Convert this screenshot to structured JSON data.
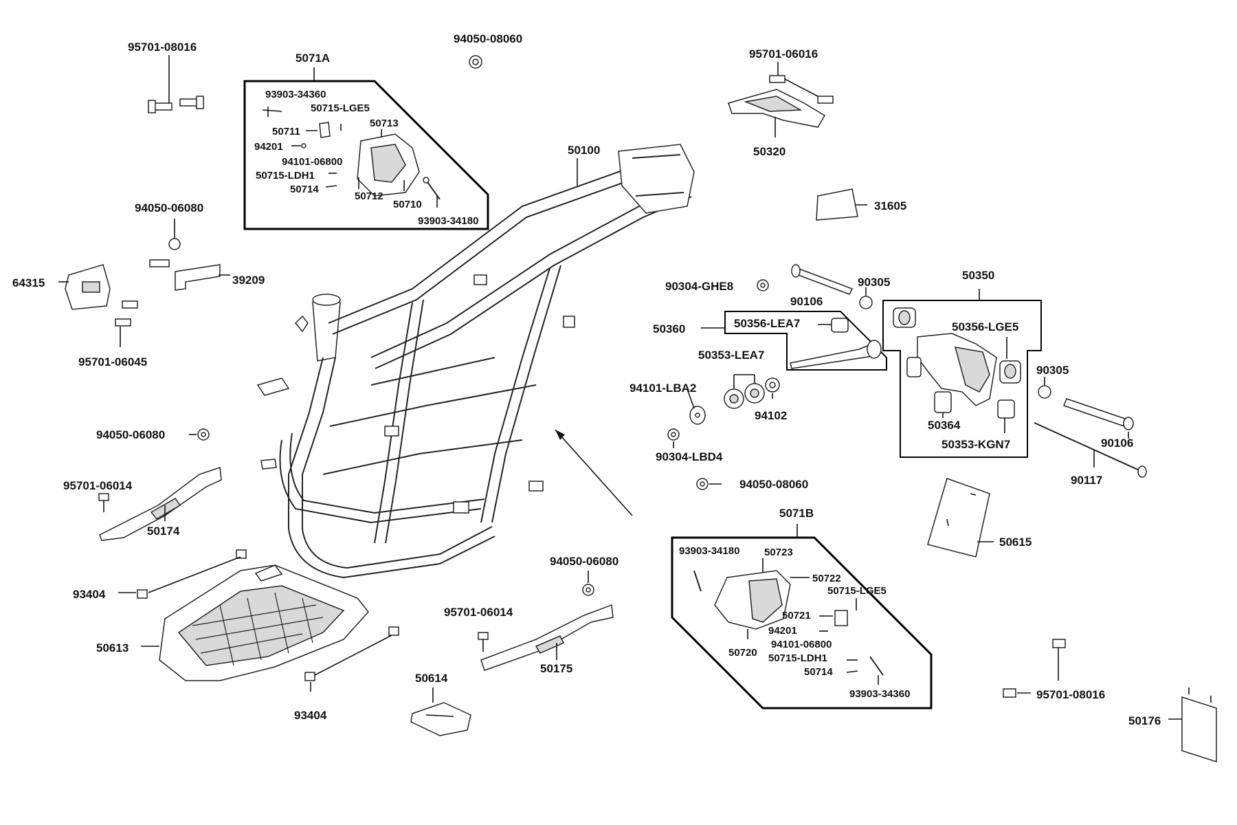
{
  "labels": {
    "l_95701_08016_tl": "95701-08016",
    "l_5071A": "5071A",
    "l_94050_08060_top": "94050-08060",
    "l_95701_06016": "95701-06016",
    "l_93903_34360_a": "93903-34360",
    "l_50715_LGE5_a": "50715-LGE5",
    "l_50713": "50713",
    "l_50711": "50711",
    "l_94201_a": "94201",
    "l_94101_06800_a": "94101-06800",
    "l_50715_LDH1_a": "50715-LDH1",
    "l_50714_a": "50714",
    "l_50712": "50712",
    "l_50710": "50710",
    "l_93903_34180_a": "93903-34180",
    "l_50100": "50100",
    "l_50320": "50320",
    "l_31605": "31605",
    "l_94050_06080_a": "94050-06080",
    "l_39209": "39209",
    "l_64315": "64315",
    "l_95701_06045": "95701-06045",
    "l_90304_GHE8": "90304-GHE8",
    "l_90106_a": "90106",
    "l_90305_a": "90305",
    "l_50350": "50350",
    "l_50360": "50360",
    "l_50356_LEA7": "50356-LEA7",
    "l_50356_LGE5": "50356-LGE5",
    "l_50353_LEA7": "50353-LEA7",
    "l_94101_LBA2": "94101-LBA2",
    "l_94102": "94102",
    "l_90305_b": "90305",
    "l_50364": "50364",
    "l_90106_b": "90106",
    "l_50353_KGN7": "50353-KGN7",
    "l_90304_LBD4": "90304-LBD4",
    "l_90117": "90117",
    "l_94050_06080_b": "94050-06080",
    "l_95701_06014_a": "95701-06014",
    "l_50174": "50174",
    "l_94050_08060_mid": "94050-08060",
    "l_5071B": "5071B",
    "l_50615": "50615",
    "l_93903_34180_b": "93903-34180",
    "l_50723": "50723",
    "l_50722": "50722",
    "l_50715_LGE5_b": "50715-LGE5",
    "l_50721": "50721",
    "l_94201_b": "94201",
    "l_94101_06800_b": "94101-06800",
    "l_50720": "50720",
    "l_50715_LDH1_b": "50715-LDH1",
    "l_50714_b": "50714",
    "l_93903_34360_b": "93903-34360",
    "l_94050_06080_c": "94050-06080",
    "l_93404_a": "93404",
    "l_95701_06014_b": "95701-06014",
    "l_50613": "50613",
    "l_50175": "50175",
    "l_50614": "50614",
    "l_93404_b": "93404",
    "l_95701_08016_br": "95701-08016",
    "l_50176": "50176"
  }
}
